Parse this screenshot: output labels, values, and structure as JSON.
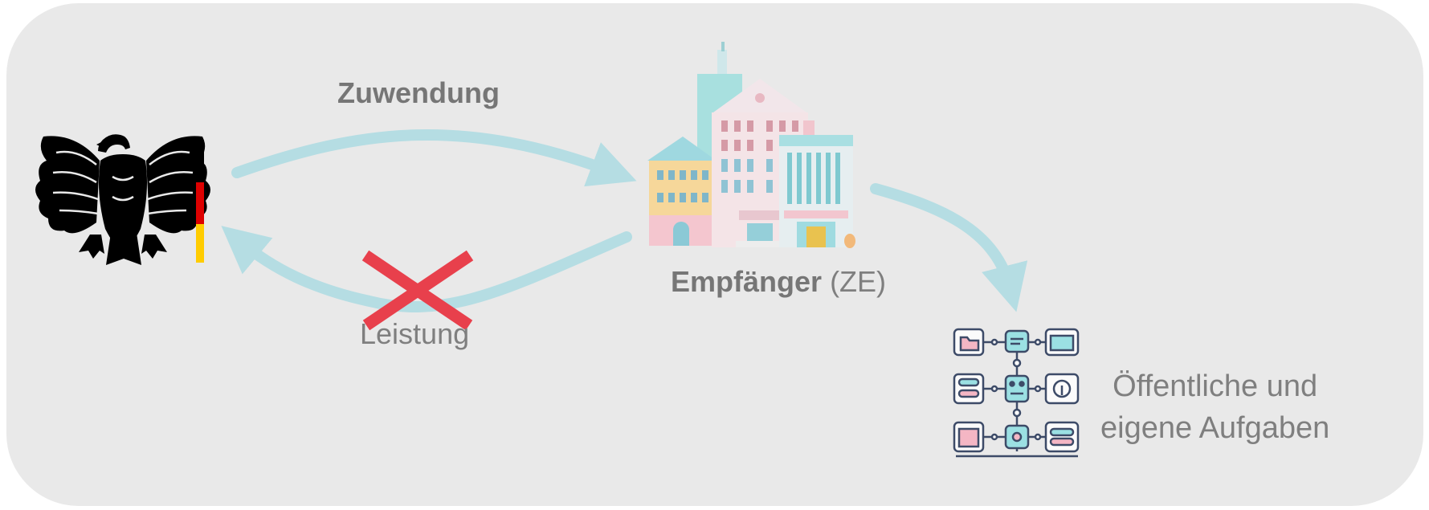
{
  "diagram": {
    "arrow_label_top": "Zuwendung",
    "arrow_label_bottom": "Leistung",
    "recipient": {
      "name_bold": "Empfänger",
      "abbreviation": "(ZE)"
    },
    "tasks_line1": "Öffentliche und",
    "tasks_line2": "eigene Aufgaben"
  },
  "colors": {
    "panel": "#e9e9e9",
    "arrow": "#b5dde3",
    "cross": "#e8404c",
    "text": "#7f7f7f",
    "flag_black": "#000000",
    "flag_red": "#dd0000",
    "flag_gold": "#ffcc00"
  },
  "icons": [
    "federal-eagle-icon",
    "building-icon",
    "workflow-icon"
  ]
}
